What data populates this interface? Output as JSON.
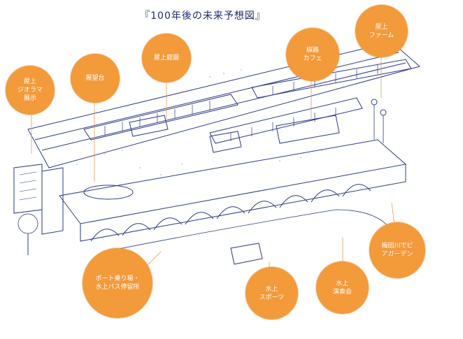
{
  "title": "『100年後の未来予想図』",
  "colors": {
    "bubble": "#f39a3b",
    "ink": "#2b3a8a",
    "title": "#1f2a6b"
  },
  "labels": {
    "rooftop_diorama": "屋上\nジオラマ\n展示",
    "observatory": "展望台",
    "rooftop_garden": "屋上庭園",
    "railside_cafe": "線路\nカフェ",
    "rooftop_farm": "屋上\nファーム",
    "boat_pier": "ボート乗り場・\n水上バス停留所",
    "water_sports": "水上\nスポーツ",
    "water_concert": "水上\n演奏会",
    "umeda_beer_garden": "梅田川でビ\nアガーデン"
  }
}
